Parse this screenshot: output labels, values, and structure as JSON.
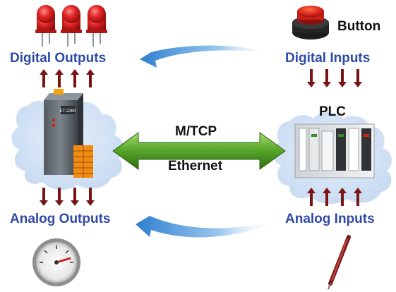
{
  "labels": {
    "digital_outputs": "Digital Outputs",
    "digital_inputs": "Digital Inputs",
    "analog_outputs": "Analog Outputs",
    "analog_inputs": "Analog Inputs",
    "button": "Button",
    "plc": "PLC",
    "protocol": "M/TCP",
    "network": "Ethernet"
  },
  "device": {
    "model": "ET-2260"
  },
  "colors": {
    "label_blue": "#2f49a8",
    "signal_arrow": "#7a1414",
    "link_arrow": "#3d8a1e",
    "cloud": "#cfe0f3",
    "led": "#d62020"
  },
  "icons": [
    "led-icon",
    "push-button-icon",
    "gauge-icon",
    "pen-sensor-icon",
    "io-module-icon",
    "plc-rack-icon"
  ]
}
